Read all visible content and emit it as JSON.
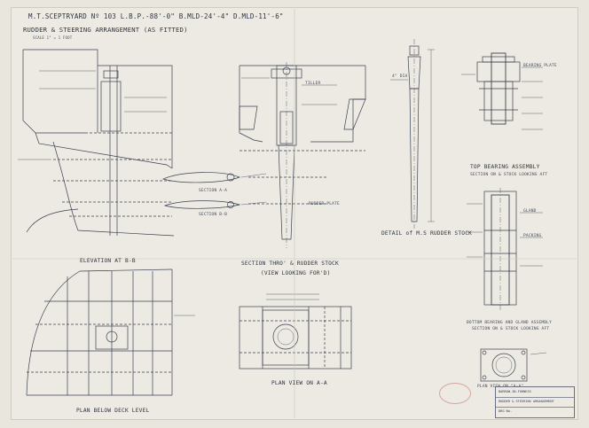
{
  "drawing": {
    "title_line1": "M.T.SCEPTRYARD Nº 103   L.B.P.-88'-0\"  B.MLD-24'-4\"  D.MLD-11'-6\"",
    "title_line2": "RUDDER & STEERING ARRANGEMENT (AS FITTED)",
    "scale_note": "SCALE 1\" = 1 FOOT",
    "views": {
      "elevation": "ELEVATION AT B-B",
      "section_rudder_stock": "SECTION THRO' & RUDDER STOCK",
      "view_looking": "(VIEW LOOKING FOR'D)",
      "detail_stock": "DETAIL of M.S RUDDER STOCK",
      "top_bearing": "TOP BEARING ASSEMBLY",
      "top_bearing_sub": "SECTION ON & STOCK LOOKING AFT",
      "bottom_bearing": "BOTTOM BEARING AND GLAND ASSEMBLY",
      "bottom_bearing_sub": "SECTION ON & STOCK LOOKING AFT",
      "plan_below_deck": "PLAN BELOW DECK LEVEL",
      "plan_view": "PLAN VIEW ON A-A",
      "plan_view_small": "PLAN VIEW ON \"A-A\"",
      "section_aa": "SECTION A-A",
      "section_bb": "SECTION B-B"
    },
    "annotations": {
      "diameter": "4\" DIA",
      "rudder_plate": "RUDDER PLATE",
      "tiller": "TILLER",
      "bearing_plate": "BEARING PLATE",
      "gland": "GLAND",
      "packing": "PACKING"
    },
    "title_block": {
      "line1": "BARROW-IN-FURNESS",
      "line2": "RUDDER & STEERING ARRANGEMENT",
      "line3": "DRG No."
    }
  }
}
